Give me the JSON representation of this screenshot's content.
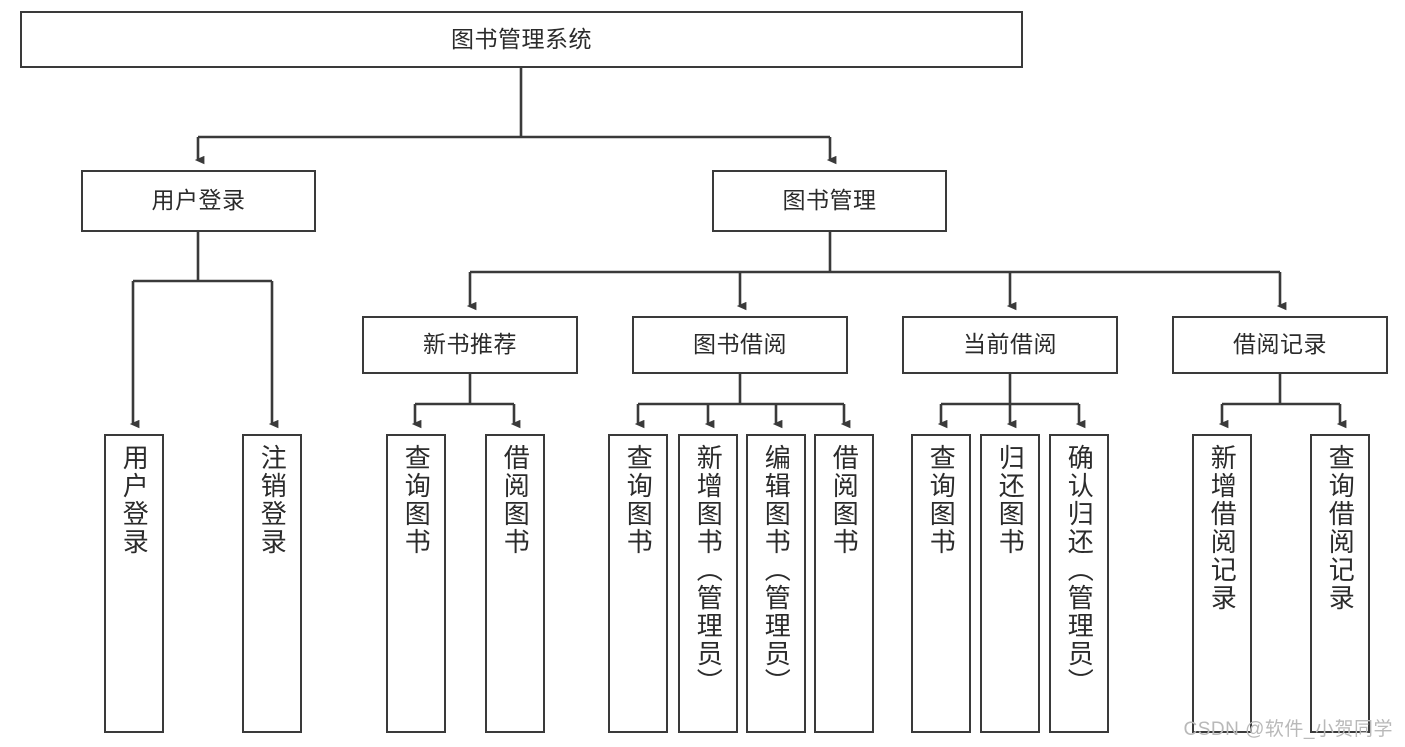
{
  "diagram": {
    "title": "图书管理系统",
    "watermark": "CSDN @软件_小贺同学",
    "stroke_color": "#3a3a3a",
    "fill_color": "#ffffff",
    "text_color": "#2b2b2b",
    "nodes": {
      "root": {
        "label": "图书管理系统"
      },
      "level2": [
        {
          "id": "user-login",
          "label": "用户登录"
        },
        {
          "id": "book-manage",
          "label": "图书管理"
        }
      ],
      "level3": [
        {
          "id": "new-book-recommend",
          "label": "新书推荐"
        },
        {
          "id": "book-borrow",
          "label": "图书借阅"
        },
        {
          "id": "current-borrow",
          "label": "当前借阅"
        },
        {
          "id": "borrow-record",
          "label": "借阅记录"
        }
      ],
      "leaves": [
        {
          "id": "leaf-user-login",
          "label": "用户登录",
          "parent": "user-login"
        },
        {
          "id": "leaf-logout",
          "label": "注销登录",
          "parent": "user-login"
        },
        {
          "id": "leaf-query-book-1",
          "label": "查询图书",
          "parent": "new-book-recommend"
        },
        {
          "id": "leaf-borrow-book-1",
          "label": "借阅图书",
          "parent": "new-book-recommend"
        },
        {
          "id": "leaf-query-book-2",
          "label": "查询图书",
          "parent": "book-borrow"
        },
        {
          "id": "leaf-add-book",
          "label": "新增图书（管理员）",
          "parent": "book-borrow"
        },
        {
          "id": "leaf-edit-book",
          "label": "编辑图书（管理员）",
          "parent": "book-borrow"
        },
        {
          "id": "leaf-borrow-book-2",
          "label": "借阅图书",
          "parent": "book-borrow"
        },
        {
          "id": "leaf-query-book-3",
          "label": "查询图书",
          "parent": "current-borrow"
        },
        {
          "id": "leaf-return-book",
          "label": "归还图书",
          "parent": "current-borrow"
        },
        {
          "id": "leaf-confirm-return",
          "label": "确认归还（管理员）",
          "parent": "current-borrow"
        },
        {
          "id": "leaf-add-record",
          "label": "新增借阅记录",
          "parent": "borrow-record"
        },
        {
          "id": "leaf-query-record",
          "label": "查询借阅记录",
          "parent": "borrow-record"
        }
      ]
    }
  }
}
